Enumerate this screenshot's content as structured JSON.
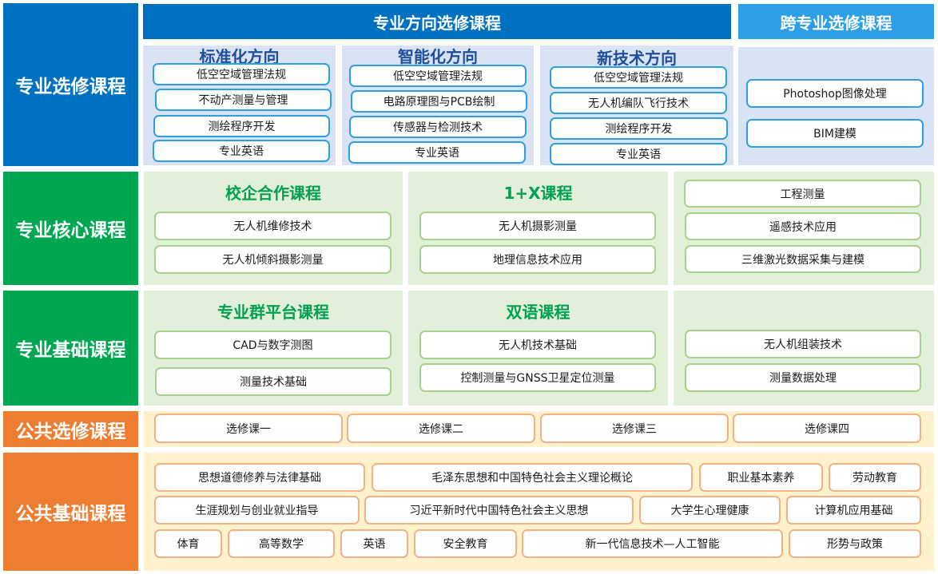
{
  "colors": {
    "blue_label": "#0070c0",
    "green_label": "#00a650",
    "orange_label": "#ed7d31",
    "blue_panel": "#dae3f3",
    "green_panel": "#e2f0d9",
    "orange_panel": "#fff2cc"
  },
  "elective": {
    "label": "专业选修课程",
    "direction_header": "专业方向选修课程",
    "cross_header": "跨专业选修课程",
    "groups": [
      {
        "title": "标准化方向",
        "items": [
          "低空空域管理法规",
          "不动产测量与管理",
          "测绘程序开发",
          "专业英语"
        ]
      },
      {
        "title": "智能化方向",
        "items": [
          "低空空域管理法规",
          "电路原理图与PCB绘制",
          "传感器与检测技术",
          "专业英语"
        ]
      },
      {
        "title": "新技术方向",
        "items": [
          "低空空域管理法规",
          "无人机编队飞行技术",
          "测绘程序开发",
          "专业英语"
        ]
      }
    ],
    "cross_items": [
      "Photoshop图像处理",
      "BIM建模"
    ]
  },
  "core": {
    "label": "专业核心课程",
    "groups": [
      {
        "title": "校企合作课程",
        "items": [
          "无人机维修技术",
          "无人机倾斜摄影测量"
        ]
      },
      {
        "title": "1+X课程",
        "items": [
          "无人机摄影测量",
          "地理信息技术应用"
        ]
      },
      {
        "title": "",
        "items": [
          "工程测量",
          "遥感技术应用",
          "三维激光数据采集与建模"
        ]
      }
    ]
  },
  "foundation": {
    "label": "专业基础课程",
    "groups": [
      {
        "title": "专业群平台课程",
        "items": [
          "CAD与数字测图",
          "测量技术基础"
        ]
      },
      {
        "title": "双语课程",
        "items": [
          "无人机技术基础",
          "控制测量与GNSS卫星定位测量"
        ]
      },
      {
        "title": "",
        "items": [
          "无人机组装技术",
          "测量数据处理"
        ]
      }
    ]
  },
  "public_elective": {
    "label": "公共选修课程",
    "items": [
      "选修课一",
      "选修课二",
      "选修课三",
      "选修课四"
    ]
  },
  "public_foundation": {
    "label": "公共基础课程",
    "rows": [
      [
        "思想道德修养与法律基础",
        "毛泽东思想和中国特色社会主义理论概论",
        "职业基本素养",
        "劳动教育"
      ],
      [
        "生涯规划与创业就业指导",
        "习近平新时代中国特色社会主义思想",
        "大学生心理健康",
        "计算机应用基础"
      ],
      [
        "体育",
        "高等数学",
        "英语",
        "安全教育",
        "新一代信息技术—人工智能",
        "形势与政策"
      ]
    ]
  }
}
